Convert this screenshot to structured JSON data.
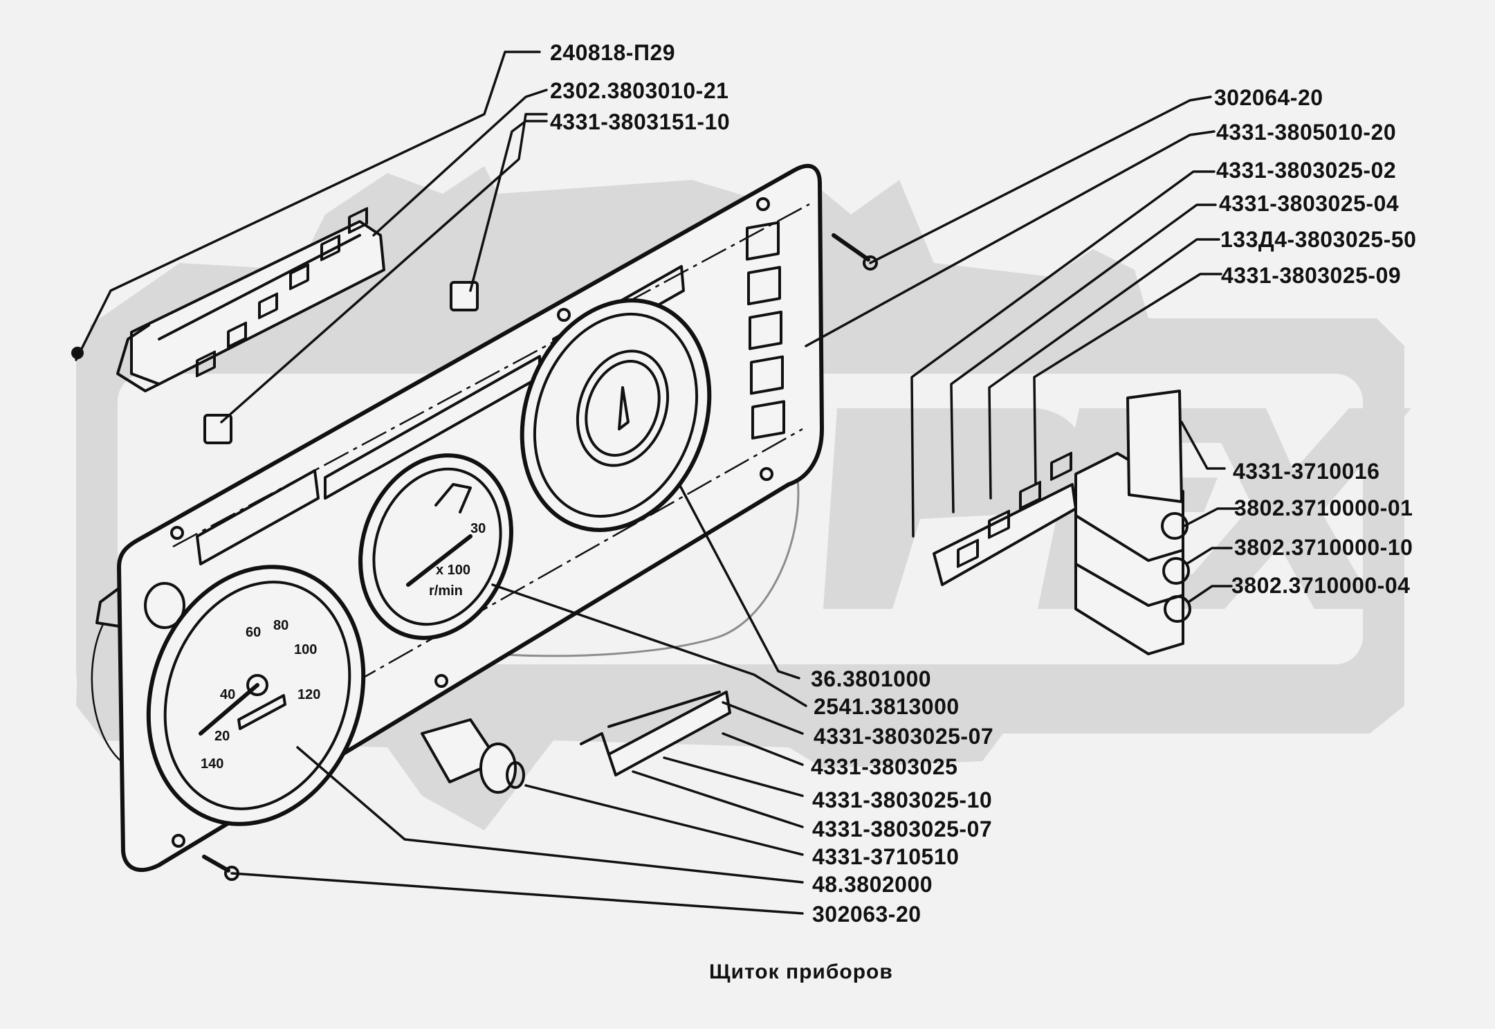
{
  "diagram": {
    "caption": "Щиток приборов",
    "watermark": "OPEX",
    "colors": {
      "background": "#f2f2f2",
      "watermark": "#d9d9d9",
      "ink": "#111111"
    },
    "labels_top_left": [
      {
        "id": "p1",
        "text": "240818-П29"
      },
      {
        "id": "p2",
        "text": "2302.3803010-21"
      },
      {
        "id": "p3",
        "text": "4331-3803151-10"
      }
    ],
    "labels_top_right": [
      {
        "id": "p4",
        "text": "302064-20"
      },
      {
        "id": "p5",
        "text": "4331-3805010-20"
      },
      {
        "id": "p6",
        "text": "4331-3803025-02"
      },
      {
        "id": "p7",
        "text": "4331-3803025-04"
      },
      {
        "id": "p8",
        "text": "133Д4-3803025-50"
      },
      {
        "id": "p9",
        "text": "4331-3803025-09"
      }
    ],
    "labels_right": [
      {
        "id": "p10",
        "text": "4331-3710016"
      },
      {
        "id": "p11",
        "text": "3802.3710000-01"
      },
      {
        "id": "p12",
        "text": "3802.3710000-10"
      },
      {
        "id": "p13",
        "text": "3802.3710000-04"
      }
    ],
    "labels_bottom": [
      {
        "id": "p14",
        "text": "36.3801000"
      },
      {
        "id": "p15",
        "text": "2541.3813000"
      },
      {
        "id": "p16",
        "text": "4331-3803025-07"
      },
      {
        "id": "p17",
        "text": "4331-3803025"
      },
      {
        "id": "p18",
        "text": "4331-3803025-10"
      },
      {
        "id": "p19",
        "text": "4331-3803025-07"
      },
      {
        "id": "p20",
        "text": "4331-3710510"
      },
      {
        "id": "p21",
        "text": "48.3802000"
      },
      {
        "id": "p22",
        "text": "302063-20"
      }
    ],
    "gauge_markings": {
      "speedometer": [
        "20",
        "40",
        "60",
        "80",
        "100",
        "120",
        "140"
      ],
      "pressure_gauge": [
        "x 100",
        "r/min",
        "30"
      ]
    }
  }
}
